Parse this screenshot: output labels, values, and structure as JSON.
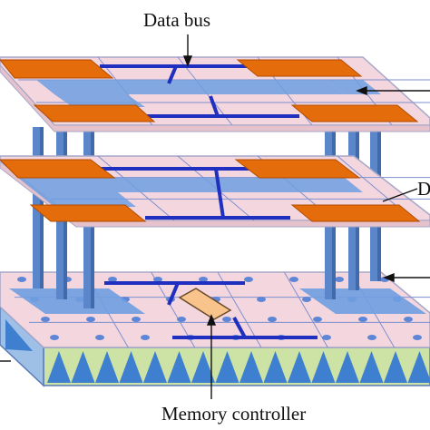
{
  "labels": {
    "data_bus": "Data bus",
    "memory_controller": "Memory controller",
    "right_cut": "D"
  },
  "colors": {
    "layer_fill": "#f4d7de",
    "layer_edge": "#a7a7c9",
    "grid_line": "#7d8fcf",
    "pad": "#e46c0a",
    "pad_edge": "#b24d00",
    "wide_bus": "#6f9fe0",
    "narrow_bus": "#1f2fbf",
    "pillar": "#5b86c9",
    "pillar_dark": "#3f6aac",
    "controller": "#f8c48c",
    "base_front": "#cde3a6",
    "triangle": "#3f7fcf",
    "dot": "#5e86d6"
  }
}
